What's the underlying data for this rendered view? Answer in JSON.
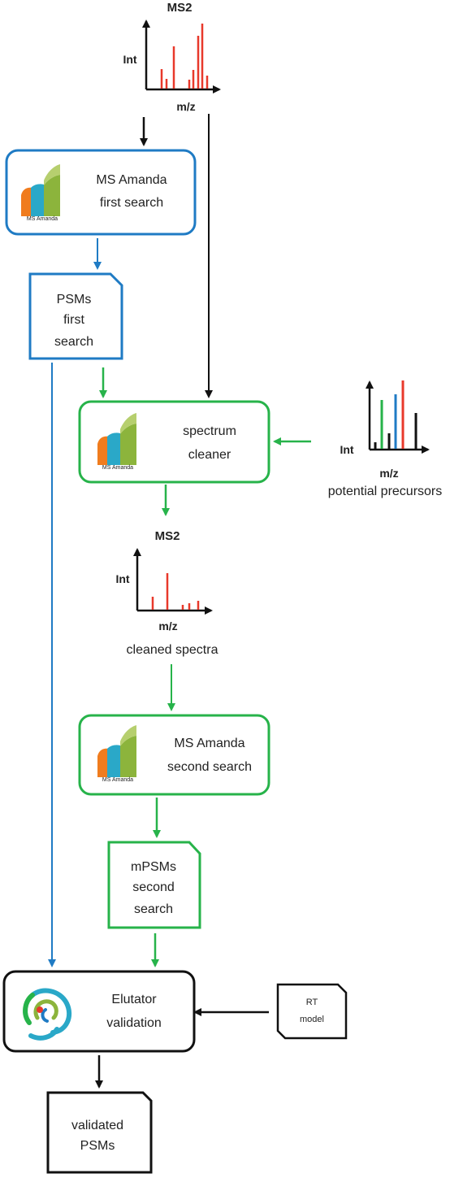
{
  "colors": {
    "blue": "#1f7bc4",
    "green": "#27b34a",
    "black": "#111111",
    "red": "#e8392b",
    "amanda_orange": "#f07c1e",
    "amanda_blue": "#2aa8c8",
    "amanda_green": "#8cb43c",
    "amanda_lightgreen": "#b6cf6e"
  },
  "spectrum_top": {
    "title": "MS2",
    "ylabel": "Int",
    "xlabel": "m/z"
  },
  "spectrum_precursors": {
    "ylabel": "Int",
    "xlabel": "m/z",
    "caption": "potential precursors"
  },
  "spectrum_cleaned": {
    "title": "MS2",
    "ylabel": "Int",
    "xlabel": "m/z",
    "caption": "cleaned spectra"
  },
  "nodes": {
    "first_search": {
      "line1": "MS Amanda",
      "line2": "first search",
      "logo_text": "MS Amanda"
    },
    "psms_first": {
      "line1": "PSMs",
      "line2": "first",
      "line3": "search"
    },
    "spectrum_cleaner": {
      "line1": "spectrum",
      "line2": "cleaner",
      "logo_text": "MS Amanda"
    },
    "second_search": {
      "line1": "MS Amanda",
      "line2": "second search",
      "logo_text": "MS Amanda"
    },
    "mpsms_second": {
      "line1": "mPSMs",
      "line2": "second",
      "line3": "search"
    },
    "elutator": {
      "line1": "Elutator",
      "line2": "validation"
    },
    "rt_model": {
      "line1": "RT",
      "line2": "model"
    },
    "validated": {
      "line1": "validated",
      "line2": "PSMs"
    }
  }
}
